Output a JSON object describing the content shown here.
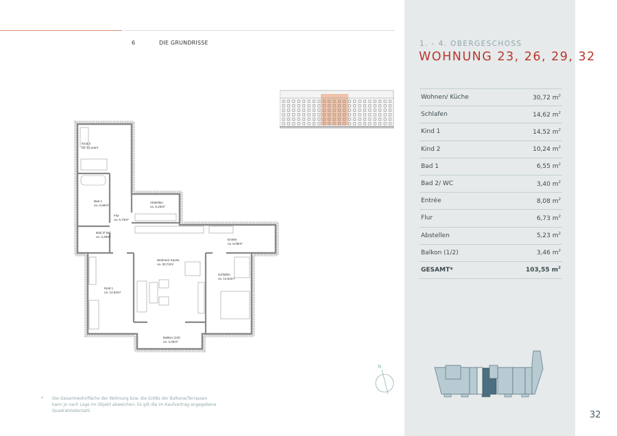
{
  "header": {
    "page_number": "6",
    "section": "DIE GRUNDRISSE"
  },
  "panel": {
    "floor": "1. - 4. OBERGESCHOSS",
    "title": "WOHNUNG 23, 26, 29, 32",
    "rooms": [
      {
        "name": "Wohnen/ Küche",
        "area": "30,72 m",
        "unit_sup": "2"
      },
      {
        "name": "Schlafen",
        "area": "14,62 m",
        "unit_sup": "2"
      },
      {
        "name": "Kind 1",
        "area": "14,52 m",
        "unit_sup": "2"
      },
      {
        "name": "Kind 2",
        "area": "10,24 m",
        "unit_sup": "2"
      },
      {
        "name": "Bad 1",
        "area": "6,55 m",
        "unit_sup": "2"
      },
      {
        "name": "Bad 2/ WC",
        "area": "3,40 m",
        "unit_sup": "2"
      },
      {
        "name": "Entrée",
        "area": "8,08 m",
        "unit_sup": "2"
      },
      {
        "name": "Flur",
        "area": "6,73 m",
        "unit_sup": "2"
      },
      {
        "name": "Abstellen",
        "area": "5,23 m",
        "unit_sup": "2"
      },
      {
        "name": "Balkon (1/2)",
        "area": "3,46 m",
        "unit_sup": "2"
      }
    ],
    "total": {
      "name": "GESAMT*",
      "area": "103,55 m",
      "unit_sup": "2"
    }
  },
  "plan_labels": {
    "kind2": {
      "name": "Kind 2",
      "area": "ca. 10,24m²"
    },
    "bad1": {
      "name": "Bad 1",
      "area": "ca. 6,55m²"
    },
    "flur": {
      "name": "Flur",
      "area": "ca. 6,73m²"
    },
    "bad2": {
      "name": "Bad 2/ WC",
      "area": "ca. 3,40m²"
    },
    "abstellen": {
      "name": "Abstellen",
      "area": "ca. 5,23m²"
    },
    "entree": {
      "name": "Entrée",
      "area": "ca. 8,08m²"
    },
    "wohnen": {
      "name": "Wohnen/ Küche",
      "area": "ca. 30,72m²"
    },
    "kind1": {
      "name": "Kind 1",
      "area": "ca. 14,52m²"
    },
    "schlafen": {
      "name": "Schlafen",
      "area": "ca. 14,62m²"
    },
    "balkon": {
      "name": "Balkon (1/2)",
      "area": "ca. 3,46m²"
    }
  },
  "compass": {
    "north": "N"
  },
  "footnote": {
    "star": "*",
    "text": "Die Gesamtwohnfläche der Wohnung bzw. die Größe der Balkone/Terrassen kann je nach Lage im Objekt abweichen. Es gilt die im Kaufvertrag angegebene Quadratmeterzahl."
  },
  "page_number_right": "32",
  "colors": {
    "accent_red": "#b8372c",
    "panel_bg": "#e6eaeb",
    "highlight_unit": "#4b6f80",
    "highlight_facade": "#eec3aa"
  }
}
